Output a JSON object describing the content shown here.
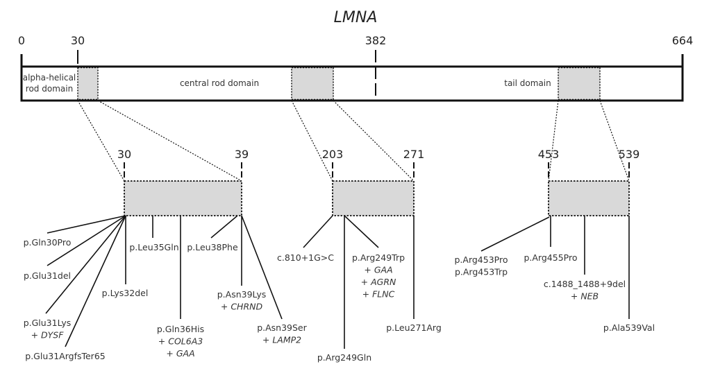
{
  "title": "LMNA",
  "protein": {
    "start": 0,
    "end": 664,
    "ticks": [
      0,
      30,
      382,
      664
    ],
    "domains": [
      {
        "name": "alpha-helical rod domain",
        "lines": [
          "alpha-helical",
          "rod domain"
        ]
      },
      {
        "name": "central rod domain",
        "lines": [
          "central rod domain"
        ]
      },
      {
        "name": "tail domain",
        "lines": [
          "tail domain"
        ]
      }
    ]
  },
  "hotspots": [
    {
      "id": "region-30-39",
      "start": 30,
      "end": 39,
      "start_label": "30",
      "end_label": "39",
      "variants": [
        {
          "lines": [
            {
              "t": "p.Gln30Pro"
            }
          ]
        },
        {
          "lines": [
            {
              "t": "p.Glu31del"
            }
          ]
        },
        {
          "lines": [
            {
              "t": "p.Glu31Lys"
            },
            {
              "t": "+ ",
              "gene": "DYSF"
            }
          ]
        },
        {
          "lines": [
            {
              "t": "p.Glu31ArgfsTer65"
            }
          ]
        },
        {
          "lines": [
            {
              "t": "p.Lys32del"
            }
          ]
        },
        {
          "lines": [
            {
              "t": "p.Leu35Gln"
            }
          ]
        },
        {
          "lines": [
            {
              "t": "p.Gln36His"
            },
            {
              "t": "+ ",
              "gene": "COL6A3"
            },
            {
              "t": "+ ",
              "gene": "GAA"
            }
          ]
        },
        {
          "lines": [
            {
              "t": "p.Leu38Phe"
            }
          ]
        },
        {
          "lines": [
            {
              "t": "p.Asn39Lys"
            },
            {
              "t": "+ ",
              "gene": "CHRND"
            }
          ]
        },
        {
          "lines": [
            {
              "t": "p.Asn39Ser"
            },
            {
              "t": "+ ",
              "gene": "LAMP2"
            }
          ]
        }
      ]
    },
    {
      "id": "region-203-271",
      "start": 203,
      "end": 271,
      "start_label": "203",
      "end_label": "271",
      "variants": [
        {
          "lines": [
            {
              "t": "c.810+1G>C"
            }
          ]
        },
        {
          "lines": [
            {
              "t": "p.Arg249Gln"
            }
          ]
        },
        {
          "lines": [
            {
              "t": "p.Arg249Trp"
            },
            {
              "t": "+ ",
              "gene": "GAA"
            },
            {
              "t": "+ ",
              "gene": "AGRN"
            },
            {
              "t": "+ ",
              "gene": "FLNC"
            }
          ]
        },
        {
          "lines": [
            {
              "t": "p.Leu271Arg"
            }
          ]
        }
      ]
    },
    {
      "id": "region-453-539",
      "start": 453,
      "end": 539,
      "start_label": "453",
      "end_label": "539",
      "variants": [
        {
          "lines": [
            {
              "t": "p.Arg453Pro"
            },
            {
              "t": "p.Arg453Trp"
            }
          ]
        },
        {
          "lines": [
            {
              "t": "p.Arg455Pro"
            }
          ]
        },
        {
          "lines": [
            {
              "t": "c.1488_1488+9del"
            },
            {
              "t": "+ ",
              "gene": "NEB"
            }
          ]
        },
        {
          "lines": [
            {
              "t": "p.Ala539Val"
            }
          ]
        }
      ]
    }
  ],
  "colors": {
    "line": "#111111",
    "hotspot_fill": "#d9d9d9",
    "text": "#333333"
  }
}
